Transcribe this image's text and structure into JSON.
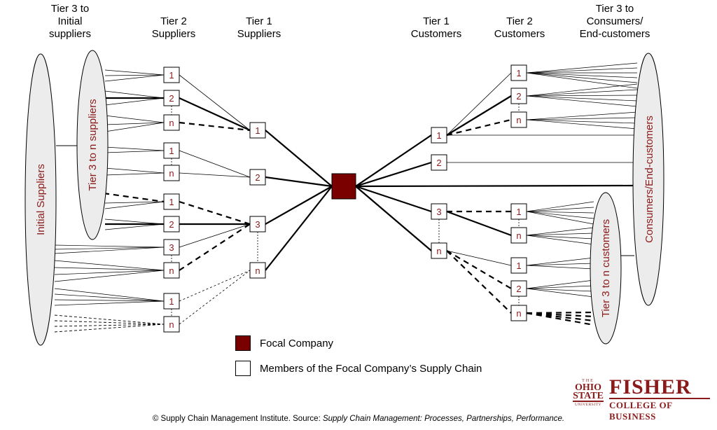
{
  "headers": {
    "tier3_initial": [
      "Tier 3 to",
      "Initial",
      "suppliers"
    ],
    "tier2_suppliers": [
      "Tier 2",
      "Suppliers"
    ],
    "tier1_suppliers": [
      "Tier 1",
      "Suppliers"
    ],
    "tier1_customers": [
      "Tier 1",
      "Customers"
    ],
    "tier2_customers": [
      "Tier 2",
      "Customers"
    ],
    "tier3_consumers": [
      "Tier 3 to",
      "Consumers/",
      "End-customers"
    ]
  },
  "ellipse_labels": {
    "initial_suppliers": "Initial Suppliers",
    "tier3_to_n_suppliers": "Tier 3 to n suppliers",
    "consumers_end_customers": "Consumers/End-customers",
    "tier3_to_n_customers": "Tier 3 to n customers"
  },
  "nodes": {
    "tier2_suppliers": [
      "1",
      "2",
      "n",
      "1",
      "n",
      "1",
      "2",
      "3",
      "n",
      "1",
      "n"
    ],
    "tier1_suppliers": [
      "1",
      "2",
      "3",
      "n"
    ],
    "tier1_customers": [
      "1",
      "2",
      "3",
      "n"
    ],
    "tier2_customers": [
      "1",
      "2",
      "n",
      "1",
      "n",
      "1",
      "2",
      "n"
    ]
  },
  "legend": {
    "focal": "Focal Company",
    "members": "Members of the Focal Company’s Supply Chain"
  },
  "footer": {
    "prefix": "©  Supply Chain Management Institute.  Source: ",
    "source_title": "Supply Chain Management: Processes, Partnerships, Performance."
  },
  "logo": {
    "seal_top": "THE",
    "seal_main": "OHIO STATE",
    "seal_bottom": "UNIVERSITY",
    "name": "FISHER",
    "subtitle": "COLLEGE OF BUSINESS"
  },
  "colors": {
    "focal": "#7a0000",
    "node_text": "#8b1a1a",
    "ellipse_fill": "#ececec",
    "brand": "#8b1a1a"
  }
}
